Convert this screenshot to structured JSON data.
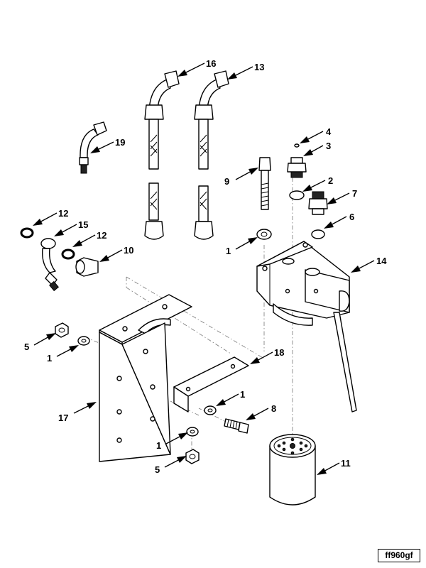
{
  "drawing_id": "ff960gf",
  "callouts": [
    {
      "id": "c16",
      "label": "16"
    },
    {
      "id": "c13",
      "label": "13"
    },
    {
      "id": "c19",
      "label": "19"
    },
    {
      "id": "c4",
      "label": "4"
    },
    {
      "id": "c3",
      "label": "3"
    },
    {
      "id": "c9",
      "label": "9"
    },
    {
      "id": "c2",
      "label": "2"
    },
    {
      "id": "c7",
      "label": "7"
    },
    {
      "id": "c12a",
      "label": "12"
    },
    {
      "id": "c15",
      "label": "15"
    },
    {
      "id": "c6",
      "label": "6"
    },
    {
      "id": "c12b",
      "label": "12"
    },
    {
      "id": "c1a",
      "label": "1"
    },
    {
      "id": "c10",
      "label": "10"
    },
    {
      "id": "c14",
      "label": "14"
    },
    {
      "id": "c5a",
      "label": "5"
    },
    {
      "id": "c1b",
      "label": "1"
    },
    {
      "id": "c18",
      "label": "18"
    },
    {
      "id": "c1c",
      "label": "1"
    },
    {
      "id": "c8",
      "label": "8"
    },
    {
      "id": "c17",
      "label": "17"
    },
    {
      "id": "c11",
      "label": "11"
    },
    {
      "id": "c1d",
      "label": "1"
    },
    {
      "id": "c5b",
      "label": "5"
    }
  ]
}
